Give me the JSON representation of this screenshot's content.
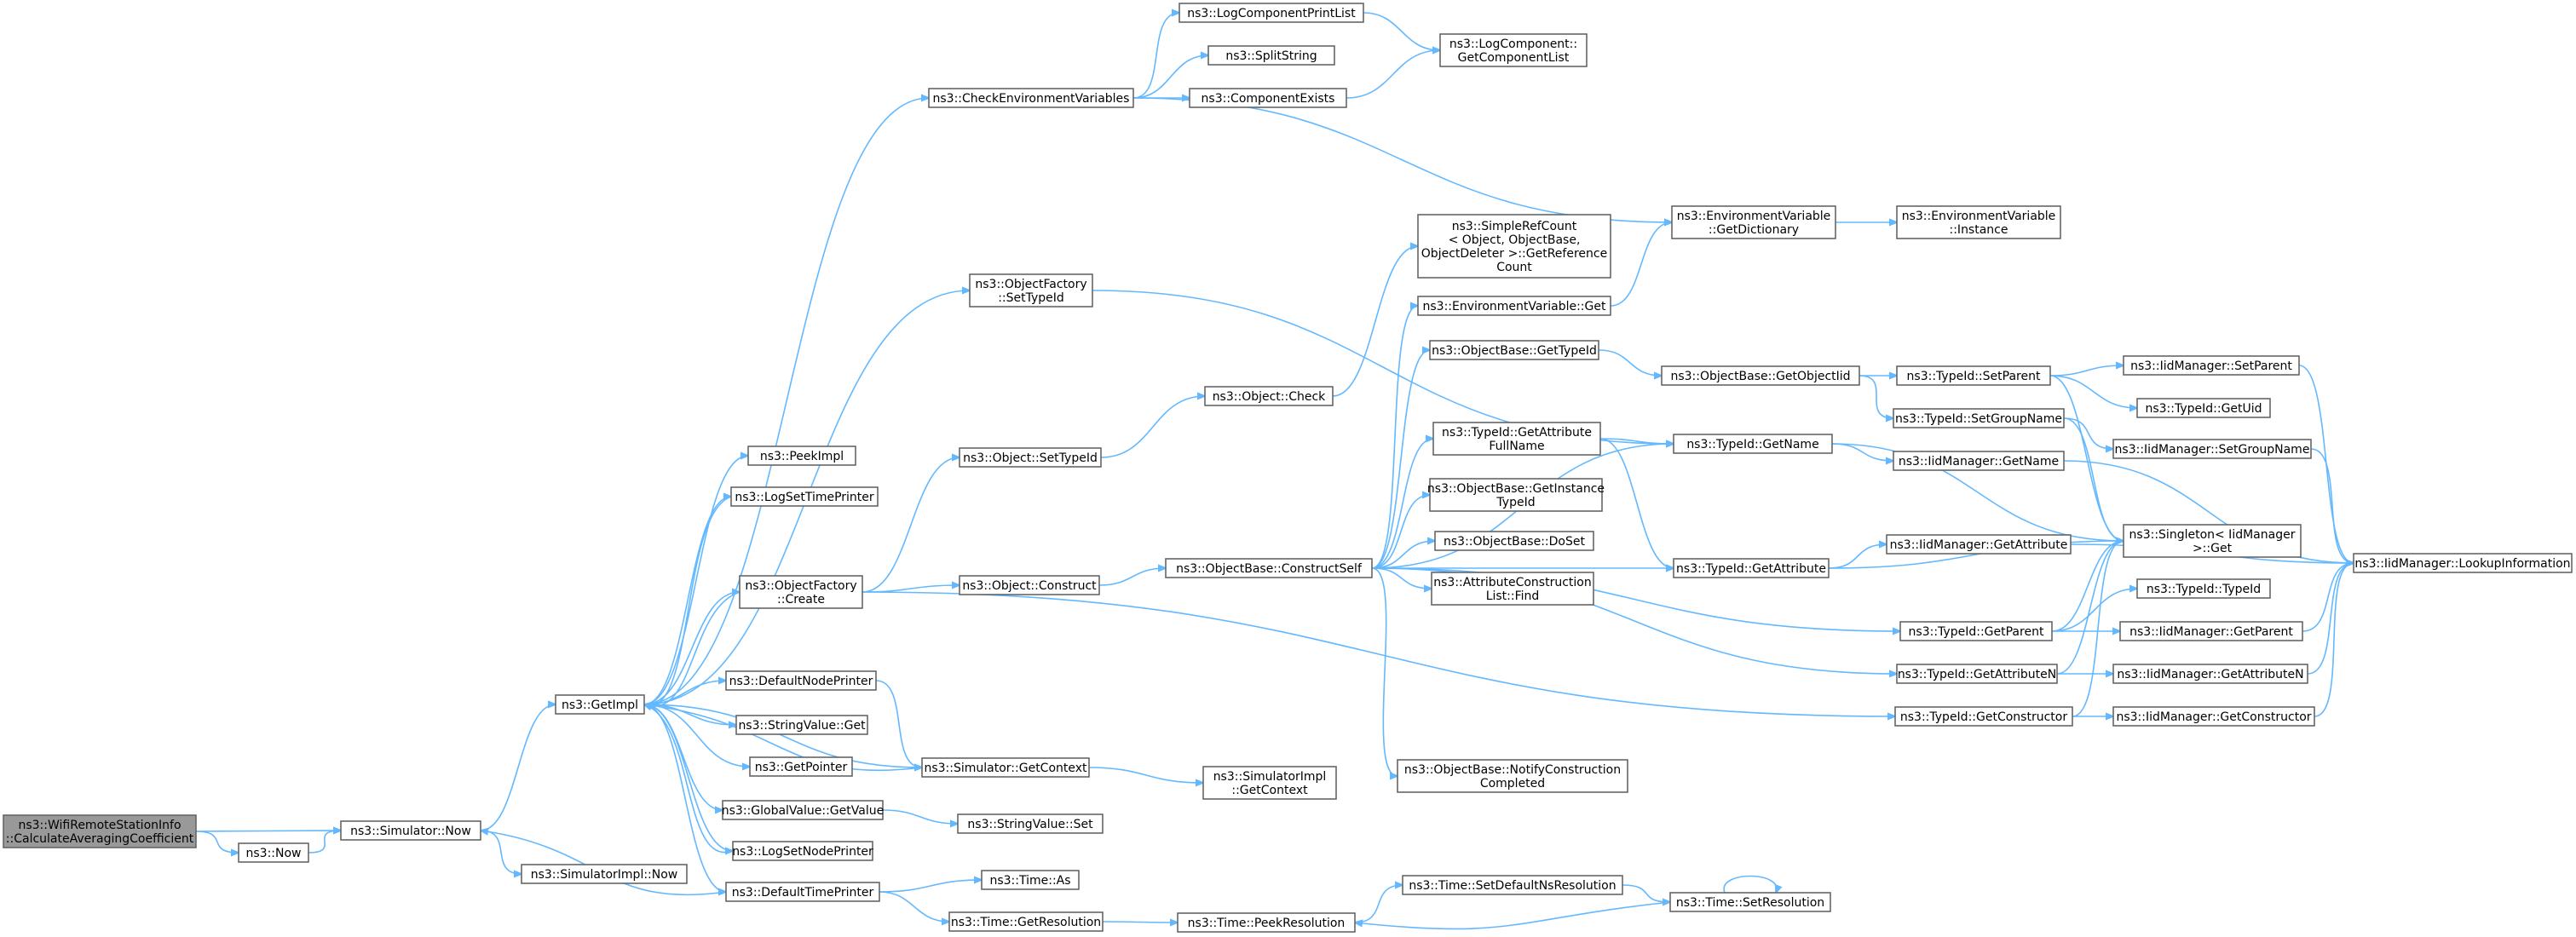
{
  "nodes": [
    {
      "id": "root",
      "label": [
        "ns3::WifiRemoteStationInfo",
        "::CalculateAveragingCoefficient"
      ],
      "highlight": true
    },
    {
      "id": "now",
      "label": [
        "ns3::Now"
      ]
    },
    {
      "id": "simnow",
      "label": [
        "ns3::Simulator::Now"
      ]
    },
    {
      "id": "simimplnow",
      "label": [
        "ns3::SimulatorImpl::Now"
      ]
    },
    {
      "id": "getimpl",
      "label": [
        "ns3::GetImpl"
      ]
    },
    {
      "id": "peekimpl",
      "label": [
        "ns3::PeekImpl"
      ]
    },
    {
      "id": "logsettimeprinter",
      "label": [
        "ns3::LogSetTimePrinter"
      ]
    },
    {
      "id": "ofcreate",
      "label": [
        "ns3::ObjectFactory",
        "::Create"
      ]
    },
    {
      "id": "defaultnodeprinter",
      "label": [
        "ns3::DefaultNodePrinter"
      ]
    },
    {
      "id": "stringvalueget",
      "label": [
        "ns3::StringValue::Get"
      ]
    },
    {
      "id": "getpointer",
      "label": [
        "ns3::GetPointer"
      ]
    },
    {
      "id": "globalvalueget",
      "label": [
        "ns3::GlobalValue::GetValue"
      ]
    },
    {
      "id": "logsetnodeprinter",
      "label": [
        "ns3::LogSetNodePrinter"
      ]
    },
    {
      "id": "defaulttimeprinter",
      "label": [
        "ns3::DefaultTimePrinter"
      ]
    },
    {
      "id": "checkenv",
      "label": [
        "ns3::CheckEnvironmentVariables"
      ]
    },
    {
      "id": "ofsettypeid",
      "label": [
        "ns3::ObjectFactory",
        "::SetTypeId"
      ]
    },
    {
      "id": "objsettypeid",
      "label": [
        "ns3::Object::SetTypeId"
      ]
    },
    {
      "id": "objconstruct",
      "label": [
        "ns3::Object::Construct"
      ]
    },
    {
      "id": "simgetcontext",
      "label": [
        "ns3::Simulator::GetContext"
      ]
    },
    {
      "id": "stringvalueset",
      "label": [
        "ns3::StringValue::Set"
      ]
    },
    {
      "id": "timeas",
      "label": [
        "ns3::Time::As"
      ]
    },
    {
      "id": "timegetres",
      "label": [
        "ns3::Time::GetResolution"
      ]
    },
    {
      "id": "logcompprint",
      "label": [
        "ns3::LogComponentPrintList"
      ]
    },
    {
      "id": "splitstring",
      "label": [
        "ns3::SplitString"
      ]
    },
    {
      "id": "compexists",
      "label": [
        "ns3::ComponentExists"
      ]
    },
    {
      "id": "objcheck",
      "label": [
        "ns3::Object::Check"
      ]
    },
    {
      "id": "constructself",
      "label": [
        "ns3::ObjectBase::ConstructSelf"
      ]
    },
    {
      "id": "simimplgetcontext",
      "label": [
        "ns3::SimulatorImpl",
        "::GetContext"
      ]
    },
    {
      "id": "timepeekres",
      "label": [
        "ns3::Time::PeekResolution"
      ]
    },
    {
      "id": "logcompgetlist",
      "label": [
        "ns3::LogComponent::",
        "GetComponentList"
      ]
    },
    {
      "id": "simplerefcount",
      "label": [
        "ns3::SimpleRefCount",
        "< Object, ObjectBase,",
        "ObjectDeleter >::GetReference",
        "Count"
      ]
    },
    {
      "id": "envget",
      "label": [
        "ns3::EnvironmentVariable::Get"
      ]
    },
    {
      "id": "obgettypeid",
      "label": [
        "ns3::ObjectBase::GetTypeId"
      ]
    },
    {
      "id": "typeidgetattrfullname",
      "label": [
        "ns3::TypeId::GetAttribute",
        "FullName"
      ]
    },
    {
      "id": "obgetinstancetypeid",
      "label": [
        "ns3::ObjectBase::GetInstance",
        "TypeId"
      ]
    },
    {
      "id": "obdoset",
      "label": [
        "ns3::ObjectBase::DoSet"
      ]
    },
    {
      "id": "attrconstructlistfind",
      "label": [
        "ns3::AttributeConstruction",
        "List::Find"
      ]
    },
    {
      "id": "obnotifyconstruction",
      "label": [
        "ns3::ObjectBase::NotifyConstruction",
        "Completed"
      ]
    },
    {
      "id": "timesetdefaultns",
      "label": [
        "ns3::Time::SetDefaultNsResolution"
      ]
    },
    {
      "id": "envgetdict",
      "label": [
        "ns3::EnvironmentVariable",
        "::GetDictionary"
      ]
    },
    {
      "id": "obgetobjectiid",
      "label": [
        "ns3::ObjectBase::GetObjectIid"
      ]
    },
    {
      "id": "typeidgetname",
      "label": [
        "ns3::TypeId::GetName"
      ]
    },
    {
      "id": "typeidgetattribute",
      "label": [
        "ns3::TypeId::GetAttribute"
      ]
    },
    {
      "id": "timesetres",
      "label": [
        "ns3::Time::SetResolution"
      ]
    },
    {
      "id": "envinstance",
      "label": [
        "ns3::EnvironmentVariable",
        "::Instance"
      ]
    },
    {
      "id": "typeidsetparent",
      "label": [
        "ns3::TypeId::SetParent"
      ]
    },
    {
      "id": "typeidsetgroupname",
      "label": [
        "ns3::TypeId::SetGroupName"
      ]
    },
    {
      "id": "iidgetname",
      "label": [
        "ns3::IidManager::GetName"
      ]
    },
    {
      "id": "iidgetattribute",
      "label": [
        "ns3::IidManager::GetAttribute"
      ]
    },
    {
      "id": "typeidgetparent",
      "label": [
        "ns3::TypeId::GetParent"
      ]
    },
    {
      "id": "typeidgetattributen",
      "label": [
        "ns3::TypeId::GetAttributeN"
      ]
    },
    {
      "id": "typeidgetconstructor",
      "label": [
        "ns3::TypeId::GetConstructor"
      ]
    },
    {
      "id": "iidsetparent",
      "label": [
        "ns3::IidManager::SetParent"
      ]
    },
    {
      "id": "typeidgetuid",
      "label": [
        "ns3::TypeId::GetUid"
      ]
    },
    {
      "id": "iidsetgroupname",
      "label": [
        "ns3::IidManager::SetGroupName"
      ]
    },
    {
      "id": "singletonget",
      "label": [
        "ns3::Singleton< IidManager",
        ">::Get"
      ]
    },
    {
      "id": "typeidtypeid",
      "label": [
        "ns3::TypeId::TypeId"
      ]
    },
    {
      "id": "iidgetparent",
      "label": [
        "ns3::IidManager::GetParent"
      ]
    },
    {
      "id": "iidgetattributen",
      "label": [
        "ns3::IidManager::GetAttributeN"
      ]
    },
    {
      "id": "iidgetconstructor",
      "label": [
        "ns3::IidManager::GetConstructor"
      ]
    },
    {
      "id": "iidlookup",
      "label": [
        "ns3::IidManager::LookupInformation"
      ]
    }
  ],
  "edges": [
    [
      "root",
      "now"
    ],
    [
      "root",
      "simnow"
    ],
    [
      "now",
      "simnow"
    ],
    [
      "simnow",
      "getimpl"
    ],
    [
      "simnow",
      "simimplnow"
    ],
    [
      "getimpl",
      "peekimpl"
    ],
    [
      "getimpl",
      "logsettimeprinter"
    ],
    [
      "getimpl",
      "ofcreate"
    ],
    [
      "getimpl",
      "defaultnodeprinter"
    ],
    [
      "getimpl",
      "stringvalueget"
    ],
    [
      "getimpl",
      "getpointer"
    ],
    [
      "getimpl",
      "globalvalueget"
    ],
    [
      "getimpl",
      "logsetnodeprinter"
    ],
    [
      "getimpl",
      "defaulttimeprinter"
    ],
    [
      "getimpl",
      "simgetcontext"
    ],
    [
      "getimpl",
      "checkenv"
    ],
    [
      "getimpl",
      "ofsettypeid"
    ],
    [
      "logsettimeprinter",
      "getimpl"
    ],
    [
      "ofcreate",
      "getimpl"
    ],
    [
      "defaulttimeprinter",
      "simnow"
    ],
    [
      "simgetcontext",
      "getimpl"
    ],
    [
      "logsetnodeprinter",
      "getimpl"
    ],
    [
      "ofcreate",
      "objsettypeid"
    ],
    [
      "ofcreate",
      "objconstruct"
    ],
    [
      "ofcreate",
      "typeidgetconstructor"
    ],
    [
      "defaultnodeprinter",
      "simgetcontext"
    ],
    [
      "globalvalueget",
      "stringvalueset"
    ],
    [
      "defaulttimeprinter",
      "timeas"
    ],
    [
      "defaulttimeprinter",
      "timegetres"
    ],
    [
      "checkenv",
      "logcompprint"
    ],
    [
      "checkenv",
      "splitstring"
    ],
    [
      "checkenv",
      "compexists"
    ],
    [
      "checkenv",
      "envgetdict"
    ],
    [
      "ofsettypeid",
      "typeidgetname"
    ],
    [
      "objsettypeid",
      "objcheck"
    ],
    [
      "objconstruct",
      "constructself"
    ],
    [
      "simgetcontext",
      "simimplgetcontext"
    ],
    [
      "timegetres",
      "timepeekres"
    ],
    [
      "logcompprint",
      "logcompgetlist"
    ],
    [
      "compexists",
      "logcompgetlist"
    ],
    [
      "objcheck",
      "simplerefcount"
    ],
    [
      "constructself",
      "envget"
    ],
    [
      "constructself",
      "obgettypeid"
    ],
    [
      "constructself",
      "typeidgetattrfullname"
    ],
    [
      "constructself",
      "obgetinstancetypeid"
    ],
    [
      "constructself",
      "obdoset"
    ],
    [
      "constructself",
      "attrconstructlistfind"
    ],
    [
      "constructself",
      "obnotifyconstruction"
    ],
    [
      "constructself",
      "typeidgetname"
    ],
    [
      "constructself",
      "typeidgetattribute"
    ],
    [
      "constructself",
      "typeidgetparent"
    ],
    [
      "constructself",
      "typeidgetattributen"
    ],
    [
      "timepeekres",
      "timesetdefaultns"
    ],
    [
      "timesetdefaultns",
      "timesetres"
    ],
    [
      "timesetres",
      "timepeekres"
    ],
    [
      "timesetres",
      "timesetres"
    ],
    [
      "envget",
      "envgetdict"
    ],
    [
      "envgetdict",
      "envinstance"
    ],
    [
      "obgettypeid",
      "obgetobjectiid"
    ],
    [
      "typeidgetattrfullname",
      "typeidgetname"
    ],
    [
      "typeidgetattrfullname",
      "typeidgetattribute"
    ],
    [
      "obgetobjectiid",
      "typeidsetparent"
    ],
    [
      "obgetobjectiid",
      "typeidsetgroupname"
    ],
    [
      "typeidgetname",
      "iidgetname"
    ],
    [
      "typeidgetname",
      "singletonget"
    ],
    [
      "typeidgetattribute",
      "iidgetattribute"
    ],
    [
      "typeidgetattribute",
      "singletonget"
    ],
    [
      "typeidsetparent",
      "iidsetparent"
    ],
    [
      "typeidsetparent",
      "typeidgetuid"
    ],
    [
      "typeidsetparent",
      "singletonget"
    ],
    [
      "typeidsetgroupname",
      "iidsetgroupname"
    ],
    [
      "typeidsetgroupname",
      "singletonget"
    ],
    [
      "iidgetname",
      "iidlookup"
    ],
    [
      "iidgetattribute",
      "iidlookup"
    ],
    [
      "typeidgetparent",
      "typeidtypeid"
    ],
    [
      "typeidgetparent",
      "iidgetparent"
    ],
    [
      "typeidgetparent",
      "singletonget"
    ],
    [
      "typeidgetattributen",
      "iidgetattributen"
    ],
    [
      "typeidgetattributen",
      "singletonget"
    ],
    [
      "typeidgetconstructor",
      "iidgetconstructor"
    ],
    [
      "typeidgetconstructor",
      "singletonget"
    ],
    [
      "iidsetparent",
      "iidlookup"
    ],
    [
      "iidsetgroupname",
      "iidlookup"
    ],
    [
      "iidgetparent",
      "iidlookup"
    ],
    [
      "iidgetattributen",
      "iidlookup"
    ],
    [
      "iidgetconstructor",
      "iidlookup"
    ]
  ]
}
